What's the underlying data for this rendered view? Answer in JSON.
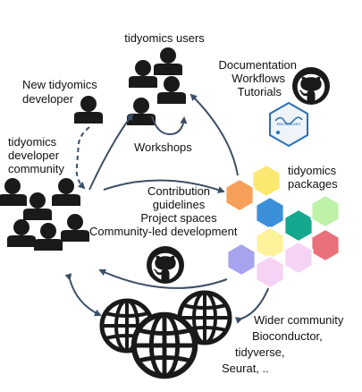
{
  "users": {
    "title": "tidyomics users"
  },
  "new_developer": {
    "line1": "New tidyomics",
    "line2": "developer"
  },
  "community": {
    "line1": "tidyomics",
    "line2": "developer",
    "line3": "community"
  },
  "workshops": "Workshops",
  "docs": {
    "line1": "Documentation",
    "line2": "Workflows",
    "line3": "Tutorials"
  },
  "bioconductor_logo": "Bioconductor",
  "packages": {
    "line1": "tidyomics",
    "line2": "packages"
  },
  "contribution": {
    "line1": "Contribution",
    "line2": "guidelines",
    "line3": "Project spaces",
    "line4": "Community-led development"
  },
  "wider": {
    "line1": "Wider community",
    "line2": "Bioconductor,",
    "line3": "tidyverse,",
    "line4": "Seurat, .."
  },
  "colors": {
    "people": "#1a1a1a",
    "arrow": "#3d4f66",
    "hex_orange": "#f6a05a",
    "hex_yellow": "#fbe870",
    "hex_blue": "#3b8fd8",
    "hex_green_light": "#bef2a9",
    "hex_teal": "#14a88f",
    "hex_green_pale": "#d4f4c8",
    "hex_red": "#e8707b",
    "hex_yellow_pale": "#fff29a",
    "hex_pink": "#f6d2f4",
    "hex_lavender": "#a7a3ef"
  }
}
